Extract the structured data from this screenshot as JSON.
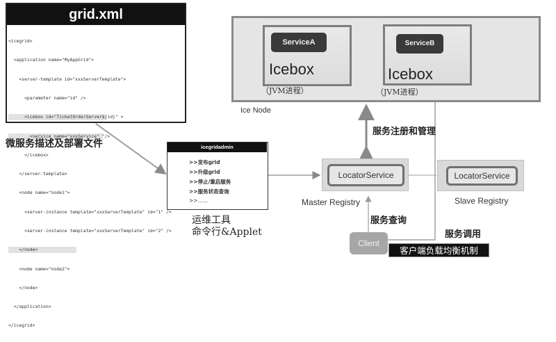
{
  "xml_panel": {
    "title": "grid.xml",
    "lines": [
      "<icegrid>",
      "  <application name=\"MyAppGrid\">",
      "    <server-template id=\"xxxServerTemplate\">",
      "      <parameter name=\"id\" />",
      "      <icebox id=\"TicketOrderServer${id}\" >",
      "        <service name=\"xxxService\" \"/>",
      "      </icebox>",
      "    </server-template>",
      "    <node name=\"node1\">",
      "      <server-instance template=\"xxxServerTemplate\" id=\"1\" />",
      "      <server-instance template=\"xxxServerTemplate\" id=\"2\" />",
      "    </node>",
      "    <node name=\"node2\">",
      "    </node>",
      "  </application>",
      "</icegrid>"
    ],
    "caption": "微服务描述及部署文件"
  },
  "admin": {
    "title": "icegridadmin",
    "items": [
      ">>发布grid",
      ">>升级grid",
      ">>停止/重启服务",
      ">>服务状态查询",
      ">>......"
    ],
    "caption_line1": "运维工具",
    "caption_line2": "命令行&Applet"
  },
  "ice_node": {
    "label": "Ice Node",
    "iceboxes": [
      {
        "service": "ServiceA",
        "label": "Icebox",
        "process": "（JVM进程）"
      },
      {
        "service": "ServiceB",
        "label": "Icebox",
        "process": "（JVM进程）"
      }
    ]
  },
  "registries": {
    "master": {
      "service": "LocatorService",
      "caption": "Master Registry"
    },
    "slave": {
      "service": "LocatorService",
      "caption": "Slave Registry"
    }
  },
  "edges": {
    "register_manage": "服务注册和管理",
    "service_query": "服务查询",
    "service_invoke": "服务调用"
  },
  "client": {
    "label": "Client",
    "load_balance": "客户端负载均衡机制"
  }
}
